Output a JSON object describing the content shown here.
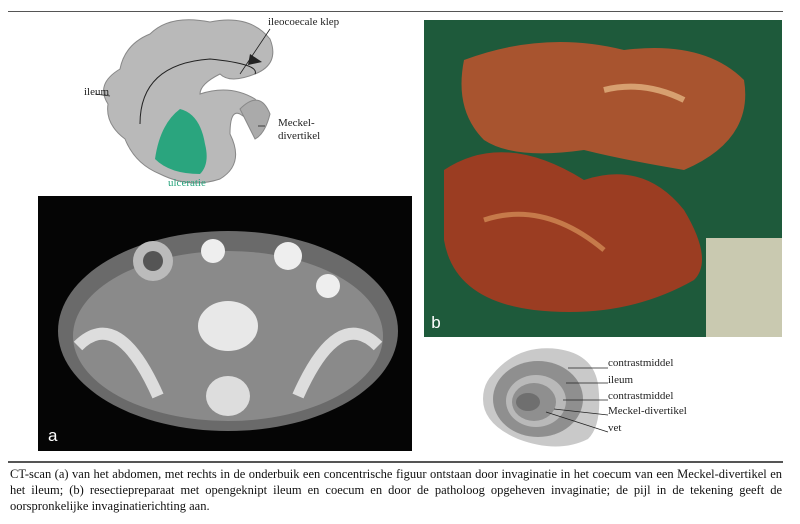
{
  "drawing": {
    "labels": {
      "valve": "ileocoecale klep",
      "ileum": "ileum",
      "meckel": "Meckel-\ndivertikel",
      "ulcer": "ulceratie"
    },
    "colors": {
      "ulcer": "#2aa57e",
      "bowel": "#b8b8b8"
    }
  },
  "panels": {
    "a": "a",
    "b": "b"
  },
  "schematic": {
    "labels": [
      "contrastmiddel",
      "ileum",
      "contrastmiddel",
      "Meckel-divertikel",
      "vet"
    ]
  },
  "caption": "CT-scan (a) van het abdomen, met rechts in de onderbuik een concentrische figuur ontstaan door invaginatie in het coecum van een Meckel-divertikel en het ileum; (b) resectiepreparaat met opengeknipt ileum en coecum en door de patholoog opgeheven invaginatie; de pijl in de tekening geeft de oorspronkelijke invaginatierichting aan."
}
